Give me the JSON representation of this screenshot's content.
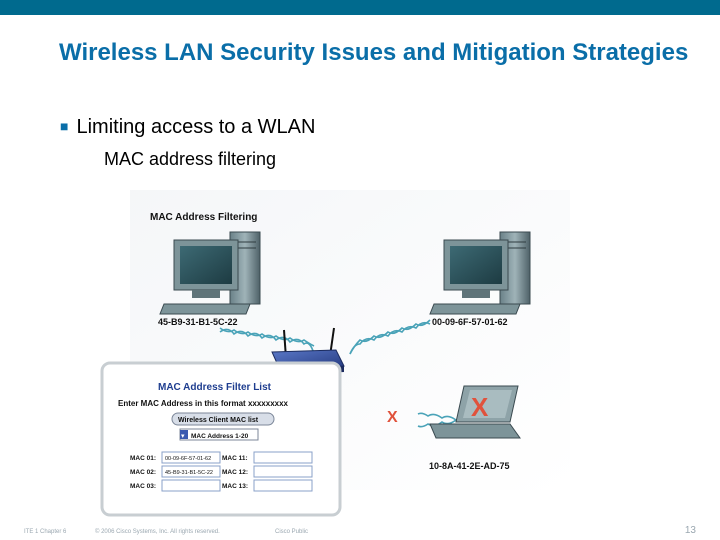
{
  "slide": {
    "title": "Wireless LAN Security Issues and Mitigation Strategies",
    "bullet": "Limiting access to a WLAN",
    "sub_bullet": "MAC address filtering"
  },
  "figure": {
    "caption": "MAC Address Filtering",
    "pc1_mac": "45-B9-31-B1-5C-22",
    "pc2_mac": "00-09-6F-57-01-62",
    "laptop_mac": "10-8A-41-2E-AD-75",
    "blocked_mark": "X",
    "filter_panel": {
      "title": "MAC Address Filter List",
      "instruction": "Enter MAC Address in this format xxxxxxxxx",
      "client_list_button": "Wireless Client MAC list",
      "range_select": "MAC Address 1-20",
      "rows": [
        {
          "label_left": "MAC 01:",
          "value_left": "00-09-6F-57-01-62",
          "label_right": "MAC 11:",
          "value_right": ""
        },
        {
          "label_left": "MAC 02:",
          "value_left": "45-B9-31-B1-5C-22",
          "label_right": "MAC 12:",
          "value_right": ""
        },
        {
          "label_left": "MAC 03:",
          "value_left": "",
          "label_right": "MAC 13:",
          "value_right": ""
        }
      ]
    }
  },
  "footer": {
    "left": "ITE 1 Chapter 6",
    "copyright": "© 2006 Cisco Systems, Inc. All rights reserved.",
    "classification": "Cisco Public",
    "page": "13"
  },
  "colors": {
    "top_bar": "#006a8e",
    "title": "#0a6ea8",
    "panel_title": "#1e3d8f",
    "blocked": "#e0523c"
  }
}
